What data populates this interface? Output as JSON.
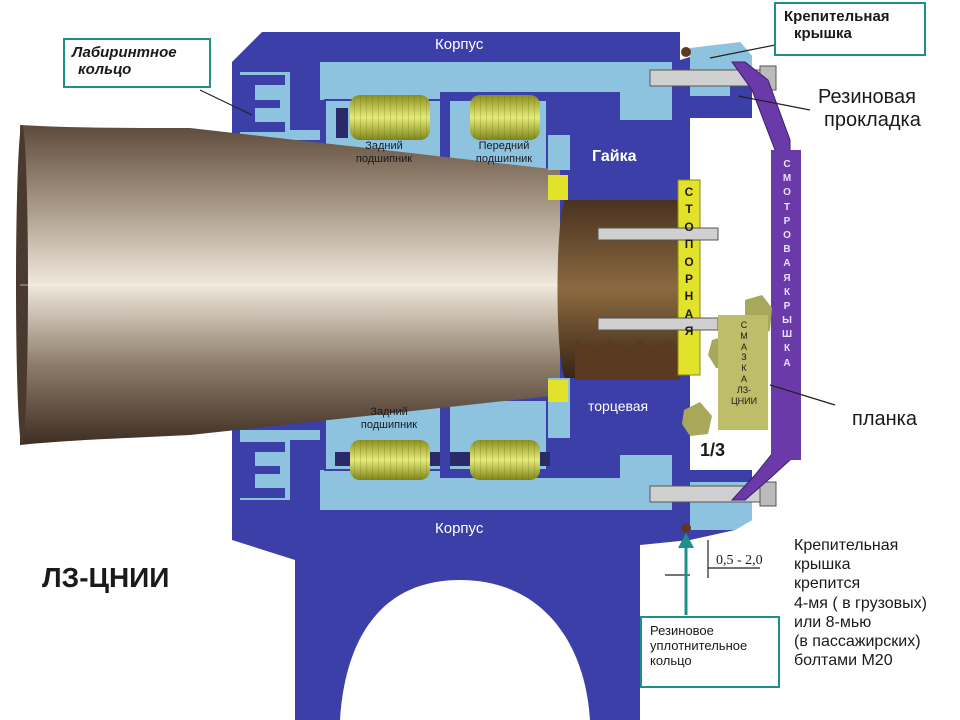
{
  "labels": {
    "labyrinth_ring": [
      "Лабиринтное",
      "кольцо"
    ],
    "housing_top": "Корпус",
    "housing_bottom": "Корпус",
    "fastening_cover": [
      "Крепительная",
      "крышка"
    ],
    "rubber_gasket": [
      "Резиновая",
      "прокладка"
    ],
    "rear_bearing_top": [
      "Задний",
      "подшипник"
    ],
    "front_bearing_top": [
      "Передний",
      "подшипник"
    ],
    "rear_bearing_bottom": [
      "Задний",
      "подшипник"
    ],
    "nut": "Гайка",
    "locking_plate": [
      "С",
      "Т",
      "О",
      "П",
      "О",
      "Р",
      "Н",
      "А",
      "Я"
    ],
    "end_plate": "торцевая",
    "inspection_cover": [
      "С",
      "М",
      "О",
      "Т",
      "Р",
      "О",
      "В",
      "А",
      "Я",
      " ",
      "К",
      "Р",
      "Ы",
      "Ш",
      "К",
      "А"
    ],
    "grease": [
      "С",
      "М",
      "А",
      "З",
      "К",
      "А",
      "ЛЗ-",
      "ЦНИИ"
    ],
    "one_third": "1/3",
    "plate": "планка",
    "clearance": "0,5 - 2,0",
    "model": "ЛЗ-ЦНИИ",
    "rubber_ring": [
      "Резиновое",
      "уплотнительное",
      "кольцо"
    ],
    "fastening_note": [
      "Крепительная",
      "крышка",
      "крепится",
      "4-мя ( в грузовых)",
      " или 8-мью",
      "(в пассажирских)",
      "болтами М20"
    ]
  },
  "colors": {
    "housing": "#3c3fa8",
    "light_blue": "#8ec3e0",
    "bearing": "#cfd64a",
    "thread": "#6a4a2a",
    "shaft": "#9a8a78",
    "box_border": "#1f8f8a",
    "arrow": "#1f8f8a"
  }
}
